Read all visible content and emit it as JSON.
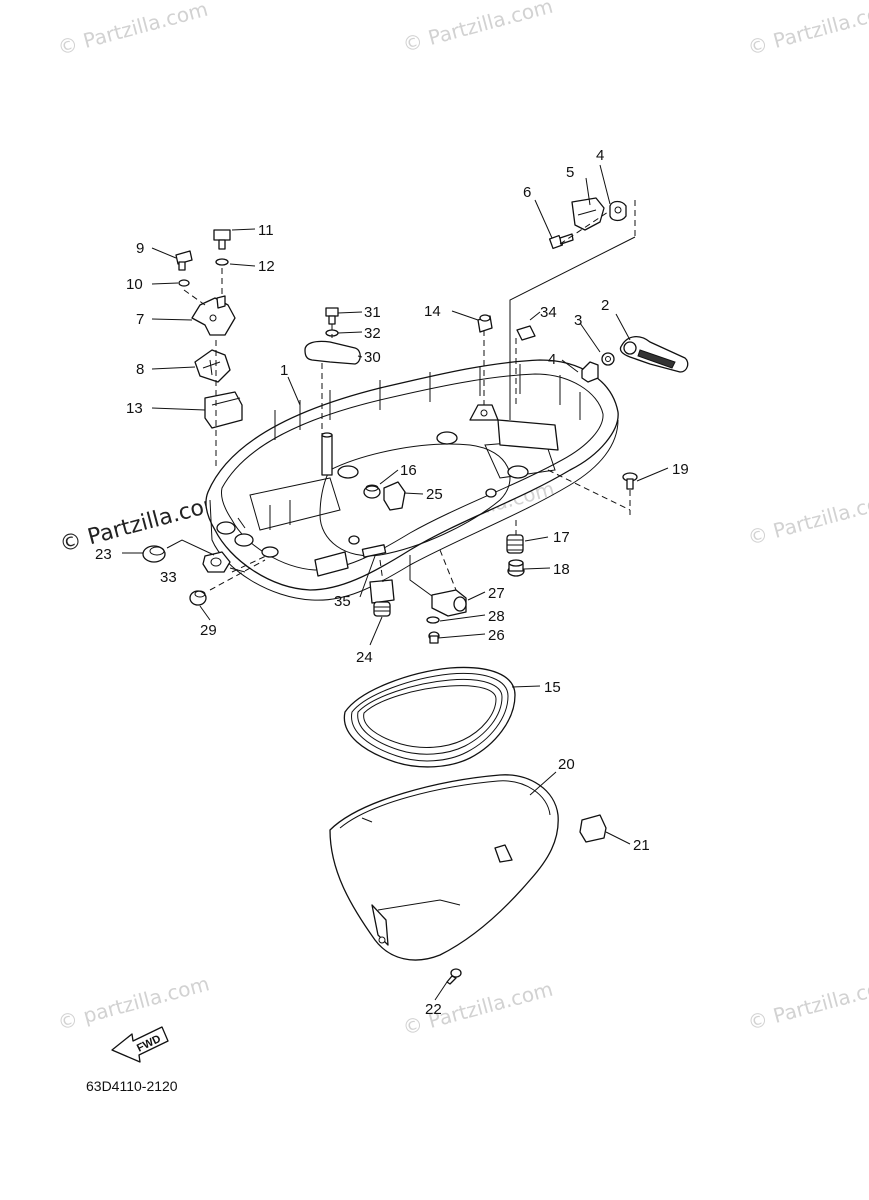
{
  "watermark": {
    "brand": "© Partzilla.com",
    "brand_lower": "© partzilla.com"
  },
  "diagram": {
    "reference_code": "63D4110-2120",
    "fwd_label": "FWD",
    "callouts": [
      {
        "id": "1",
        "part": "bottom-cowling"
      },
      {
        "id": "2",
        "part": "lever"
      },
      {
        "id": "3",
        "part": "washer"
      },
      {
        "id": "4",
        "part": "nut"
      },
      {
        "id": "5",
        "part": "hook"
      },
      {
        "id": "6",
        "part": "bolt"
      },
      {
        "id": "7",
        "part": "clamp"
      },
      {
        "id": "8",
        "part": "hook"
      },
      {
        "id": "9",
        "part": "bolt"
      },
      {
        "id": "10",
        "part": "washer"
      },
      {
        "id": "11",
        "part": "bolt"
      },
      {
        "id": "12",
        "part": "washer"
      },
      {
        "id": "13",
        "part": "damper"
      },
      {
        "id": "14",
        "part": "grommet"
      },
      {
        "id": "15",
        "part": "seal"
      },
      {
        "id": "16",
        "part": "grommet"
      },
      {
        "id": "17",
        "part": "damper"
      },
      {
        "id": "18",
        "part": "collar"
      },
      {
        "id": "19",
        "part": "bolt"
      },
      {
        "id": "20",
        "part": "cover"
      },
      {
        "id": "21",
        "part": "damper"
      },
      {
        "id": "22",
        "part": "screw"
      },
      {
        "id": "23",
        "part": "cap"
      },
      {
        "id": "24",
        "part": "grommet"
      },
      {
        "id": "25",
        "part": "holder"
      },
      {
        "id": "26",
        "part": "bolt"
      },
      {
        "id": "27",
        "part": "holder"
      },
      {
        "id": "28",
        "part": "washer"
      },
      {
        "id": "29",
        "part": "grommet"
      },
      {
        "id": "30",
        "part": "hook"
      },
      {
        "id": "31",
        "part": "bolt"
      },
      {
        "id": "32",
        "part": "washer"
      },
      {
        "id": "33",
        "part": "grommet"
      },
      {
        "id": "34",
        "part": "label"
      },
      {
        "id": "35",
        "part": "label"
      }
    ]
  }
}
